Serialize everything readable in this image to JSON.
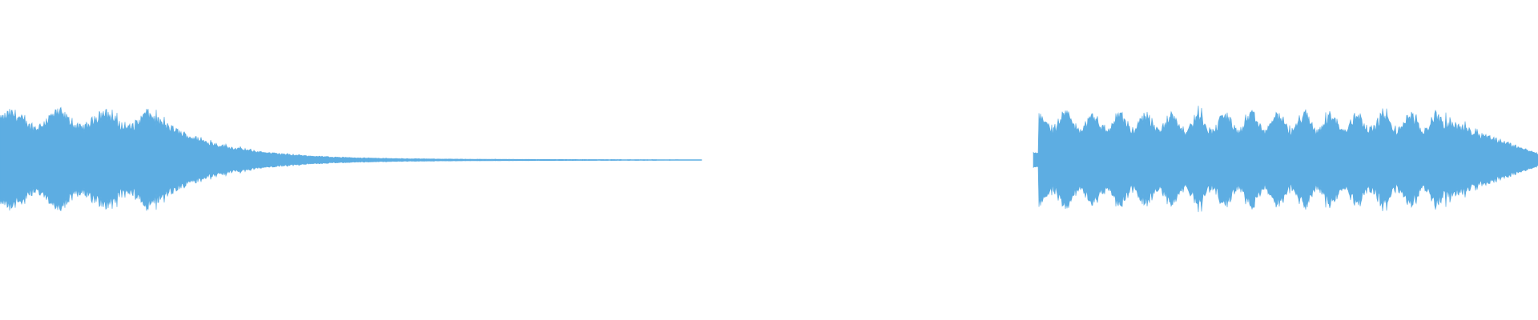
{
  "waveform": {
    "color": "#5dade2",
    "background": "#ffffff",
    "segments": [
      {
        "start_fraction": 0.0,
        "end_fraction": 0.456,
        "shape": "sustain-then-long-decay",
        "peak_level": 0.54,
        "sustain_end_fraction": 0.095,
        "tail_level": 0.01
      },
      {
        "start_fraction": 0.672,
        "end_fraction": 1.0,
        "shape": "sharp-attack-sustain-then-decay",
        "peak_level": 0.52,
        "sustain_end_fraction": 0.94,
        "tail_level": 0.07
      }
    ]
  }
}
